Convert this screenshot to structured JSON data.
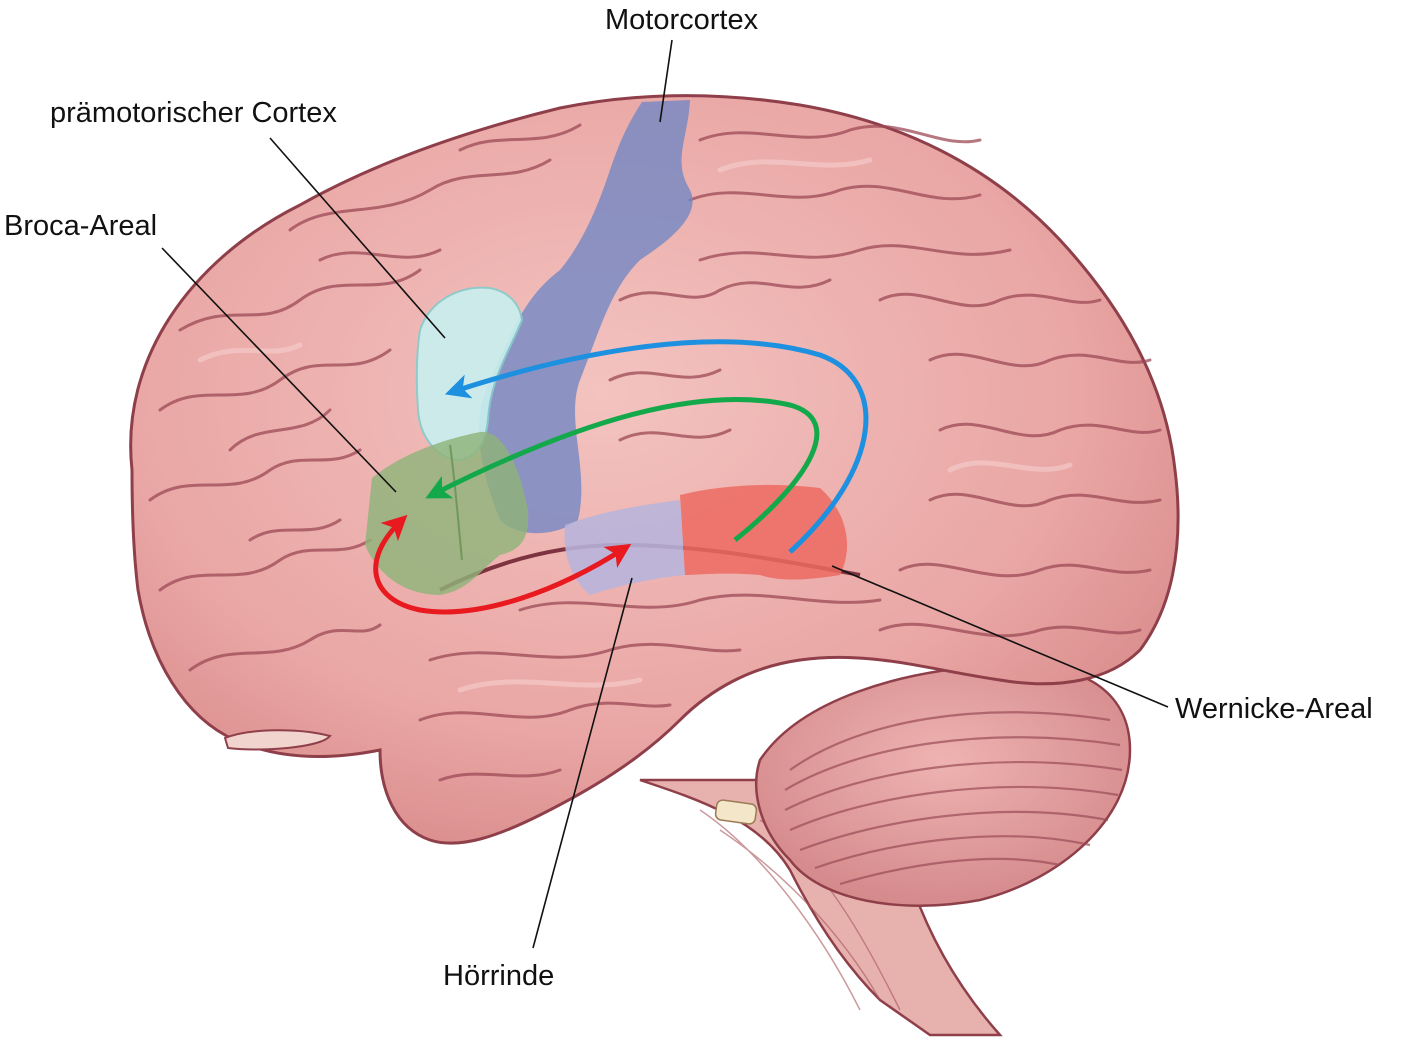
{
  "labels": {
    "motor_cortex": "Motorcortex",
    "premotor_cortex": "prämotorischer Cortex",
    "broca": "Broca-Areal",
    "wernicke": "Wernicke-Areal",
    "auditory_cortex": "Hörrinde"
  },
  "colors": {
    "brain_fill": "#e9a9a7",
    "brain_outline": "#8f3f49",
    "motor_cortex": "#6f86c4",
    "premotor_cortex": "#c9f0f0",
    "broca": "#8fb37a",
    "wernicke": "#ec6a62",
    "auditory_cortex": "#b7b4dc",
    "arrow_blue": "#1e90e0",
    "arrow_green": "#13a94b",
    "arrow_red": "#e8191f"
  },
  "arrows": [
    {
      "color": "blue",
      "from": "Wernicke-Areal",
      "to": "prämotorischer Cortex"
    },
    {
      "color": "green",
      "from": "Wernicke-Areal",
      "to": "Broca-Areal"
    },
    {
      "color": "red",
      "from": "Broca-Areal",
      "to": "Hörrinde",
      "bidirectional": true
    }
  ]
}
